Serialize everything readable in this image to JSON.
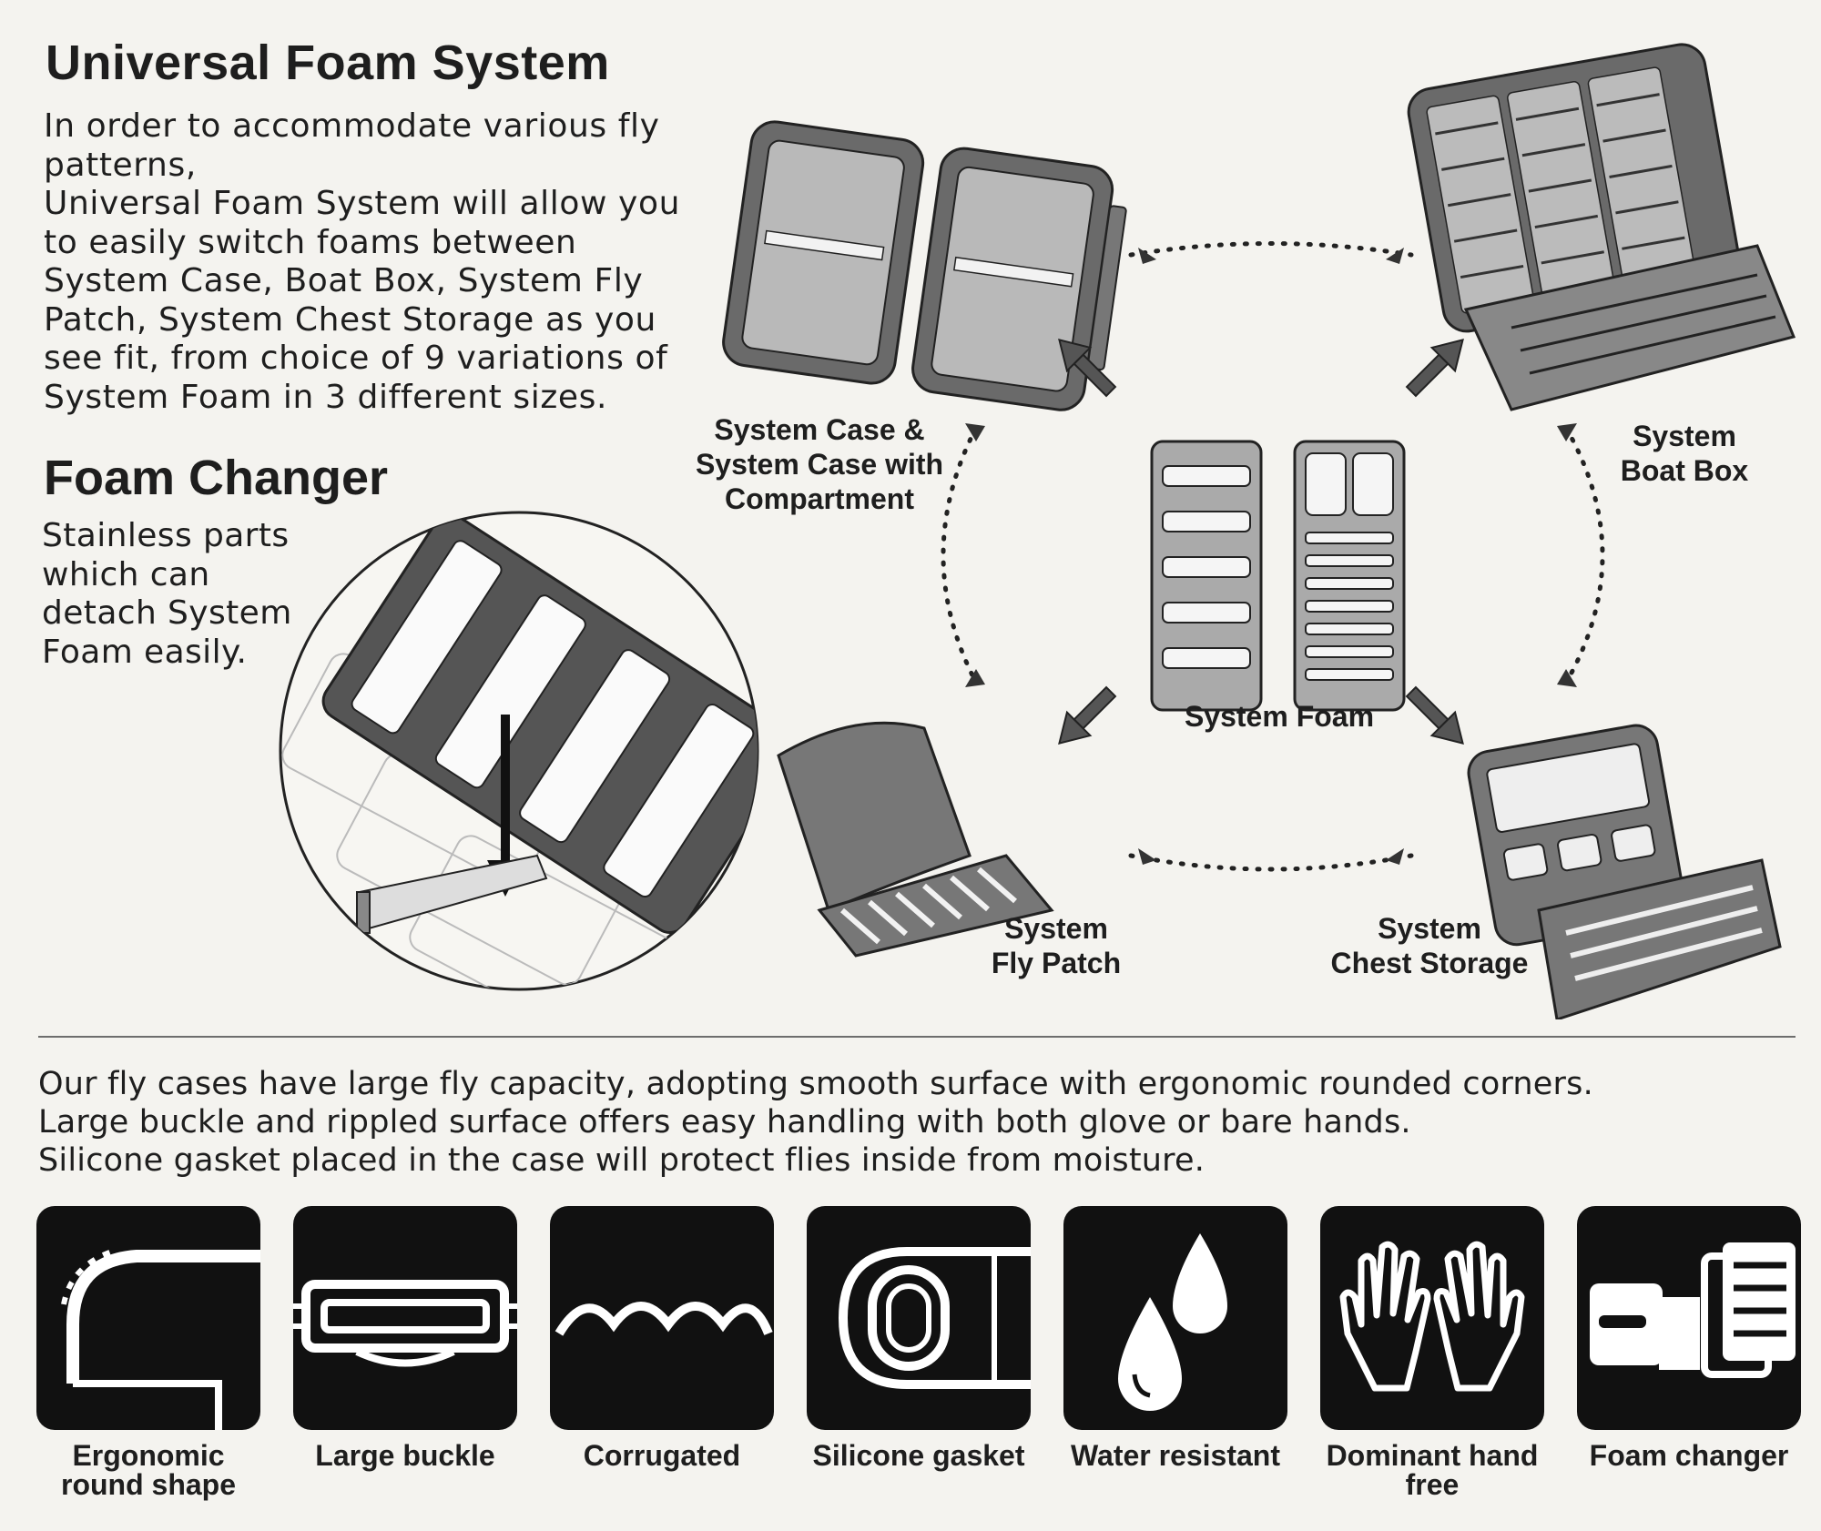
{
  "universal_foam": {
    "title": "Universal Foam System",
    "lines": [
      "In order to accommodate various fly",
      "patterns,",
      "Universal Foam System will allow you",
      "to easily switch foams between",
      "System Case, Boat Box, System Fly",
      "Patch, System Chest Storage as you",
      "see fit, from choice of 9 variations of",
      "System Foam in 3 different sizes."
    ]
  },
  "foam_changer": {
    "title": "Foam Changer",
    "lines": [
      "Stainless parts",
      "which can",
      "detach System",
      "Foam easily."
    ]
  },
  "diagram": {
    "case_label": [
      "System Case &",
      "System Case with",
      "Compartment"
    ],
    "boat_label": [
      "System",
      "Boat Box"
    ],
    "foam_label": "System Foam",
    "flypatch_label": [
      "System",
      "Fly Patch"
    ],
    "chest_label": [
      "System",
      "Chest Storage"
    ]
  },
  "body": {
    "lines": [
      "Our fly cases have large fly capacity, adopting smooth surface with ergonomic rounded corners.",
      "Large buckle and rippled surface offers easy handling with both glove or bare hands.",
      "Silicone gasket placed in the case will protect flies inside from moisture."
    ]
  },
  "features": [
    {
      "icon": "ergonomic-shape-icon",
      "label": [
        "Ergonomic",
        "round shape"
      ]
    },
    {
      "icon": "buckle-icon",
      "label": [
        "Large buckle"
      ]
    },
    {
      "icon": "corrugated-icon",
      "label": [
        "Corrugated"
      ]
    },
    {
      "icon": "gasket-icon",
      "label": [
        "Silicone gasket"
      ]
    },
    {
      "icon": "water-drops-icon",
      "label": [
        "Water resistant"
      ]
    },
    {
      "icon": "hands-icon",
      "label": [
        "Dominant hand free"
      ]
    },
    {
      "icon": "foam-changer-icon",
      "label": [
        "Foam changer"
      ]
    }
  ]
}
